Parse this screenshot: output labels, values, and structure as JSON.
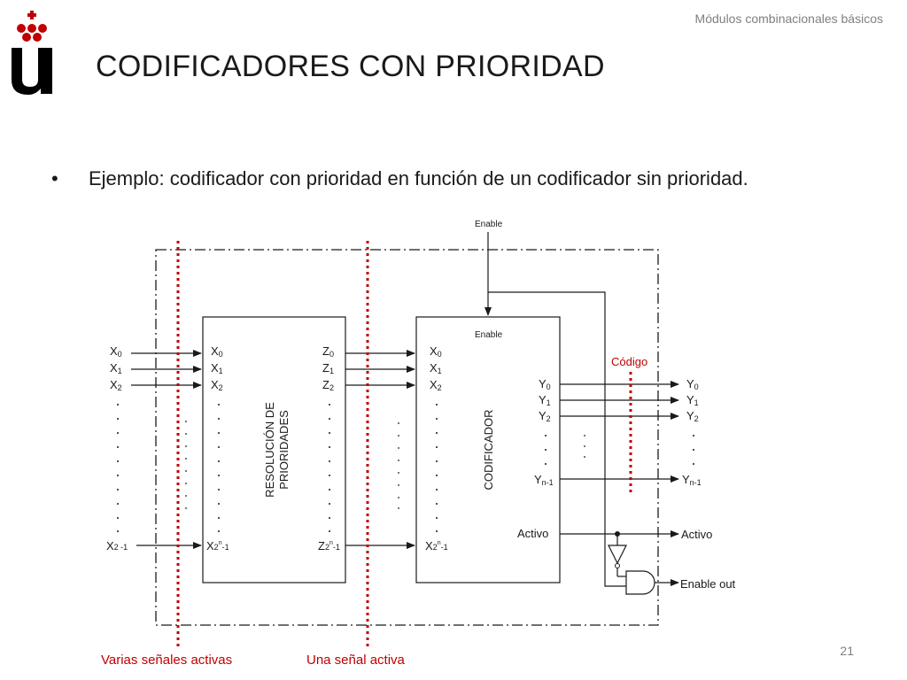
{
  "header": {
    "section": "Módulos combinacionales básicos"
  },
  "slide": {
    "title": "CODIFICADORES CON PRIORIDAD",
    "bullet": "Ejemplo: codificador con prioridad en función de un  codificador sin prioridad.",
    "page_number": "21"
  },
  "logo": {
    "name": "university-logo-icon"
  },
  "diagram": {
    "enable_top": "Enable",
    "enable_inner": "Enable",
    "block_resolution": "RESOLUCIÓN DE PRIORIDADES",
    "block_resolution_line1": "RESOLUCIÓN DE",
    "block_resolution_line2": "PRIORIDADES",
    "block_encoder": "CODIFICADOR",
    "codigo": "Código",
    "activo_in": "Activo",
    "activo_out": "Activo",
    "enable_out": "Enable out",
    "zone_left": "Varias señales activas",
    "zone_right": "Una señal activa",
    "colors": {
      "red": "#c00000",
      "line": "#1a1a1a"
    }
  }
}
